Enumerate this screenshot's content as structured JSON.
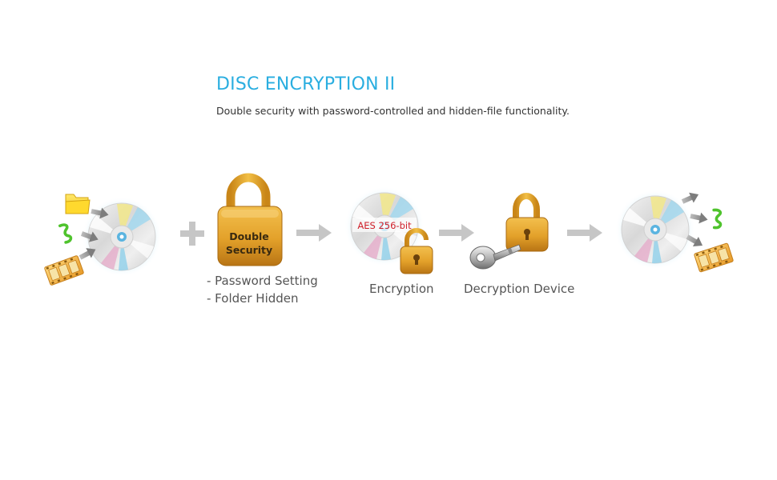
{
  "header": {
    "title": "DISC ENCRYPTION II",
    "subtitle": "Double security with password-controlled and hidden-file functionality."
  },
  "steps": {
    "lock": {
      "badge_line1": "Double",
      "badge_line2": "Security",
      "features": [
        "- Password Setting",
        "- Folder Hidden"
      ]
    },
    "encryption": {
      "disc_label": "AES 256-bit",
      "caption": "Encryption"
    },
    "decryption": {
      "caption": "Decryption Device"
    }
  },
  "icons": [
    "folder-icon",
    "music-note-icon",
    "film-strip-icon",
    "disc-icon",
    "padlock-icon",
    "open-padlock-icon",
    "key-icon",
    "arrow-right-icon",
    "plus-icon"
  ],
  "colors": {
    "title": "#2aaee0",
    "lock_gold": "#e6a52a",
    "arrow_gray": "#c4c4c4",
    "aes_red": "#d0202a"
  }
}
